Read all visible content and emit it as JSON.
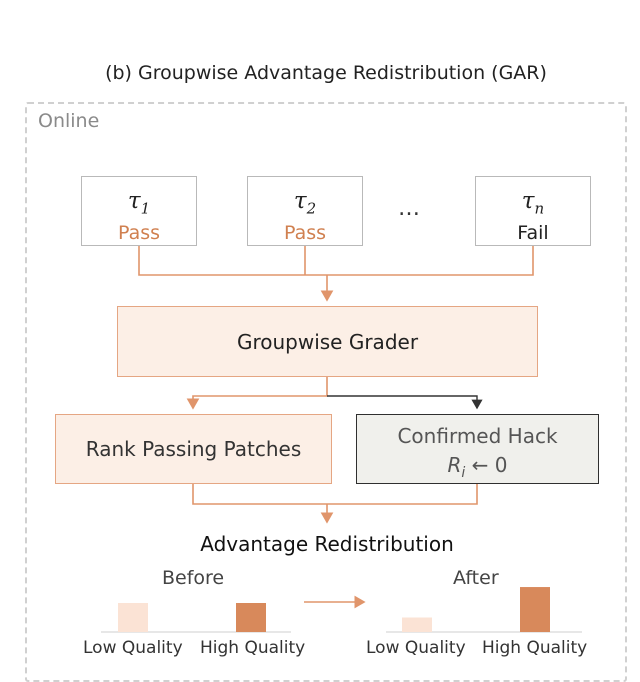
{
  "title": "(b) Groupwise Advantage Redistribution (GAR)",
  "region_label": "Online",
  "trajectories": [
    {
      "symbol": "τ",
      "index": "1",
      "status": "Pass",
      "status_color": "#d08050"
    },
    {
      "symbol": "τ",
      "index": "2",
      "status": "Pass",
      "status_color": "#d08050"
    },
    {
      "symbol": "τ",
      "index": "n",
      "status": "Fail",
      "status_color": "#222222"
    }
  ],
  "ellipsis": "…",
  "grader_label": "Groupwise Grader",
  "rank_label": "Rank Passing Patches",
  "hack": {
    "title": "Confirmed Hack",
    "reward_var": "R",
    "reward_sub": "i",
    "reward_assign": "← 0"
  },
  "redistribution_label": "Advantage Redistribution",
  "before": {
    "label": "Before",
    "bars": [
      {
        "name": "Low Quality",
        "value": 1.0,
        "color": "#fbe3d5"
      },
      {
        "name": "High Quality",
        "value": 1.0,
        "color": "#d8895b"
      }
    ]
  },
  "after": {
    "label": "After",
    "bars": [
      {
        "name": "Low Quality",
        "value": 0.5,
        "color": "#fbe3d5"
      },
      {
        "name": "High Quality",
        "value": 1.55,
        "color": "#d8895b"
      }
    ]
  },
  "colors": {
    "accent": "#d8895b",
    "accent_line": "#e0956b",
    "dark_line": "#333333",
    "box_fill": "#fcefe6",
    "hack_fill": "#f0f0ec"
  }
}
